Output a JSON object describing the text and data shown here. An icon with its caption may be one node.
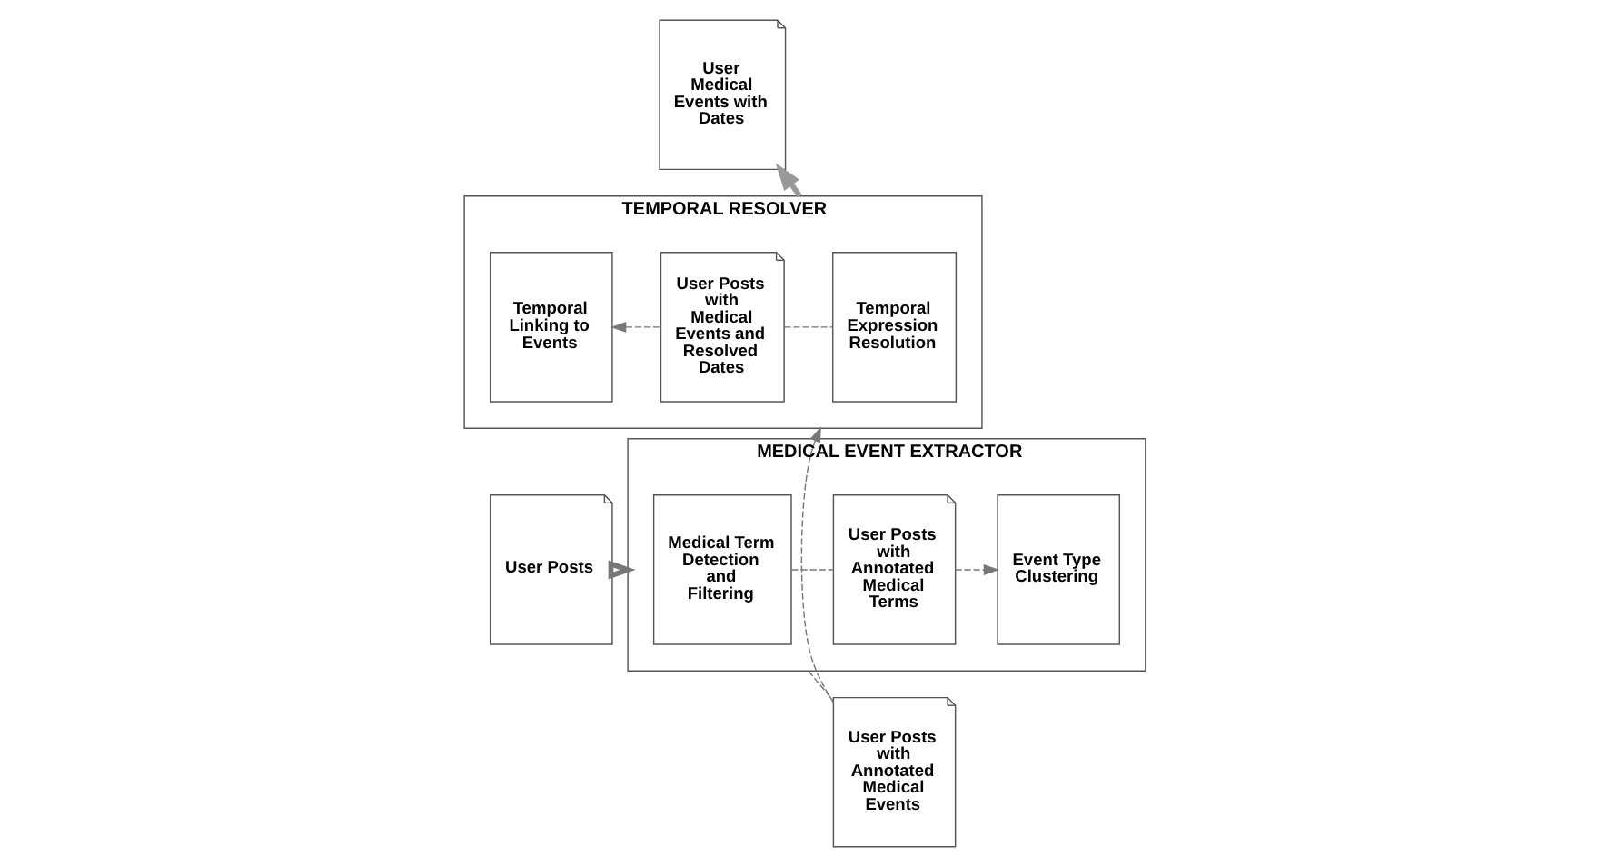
{
  "diagram": {
    "nodes": [
      {
        "text": [
          "User Posts"
        ]
      },
      {
        "text": [
          "MEDICAL EVENT EXTRACTOR"
        ]
      },
      {
        "text": [
          "Medical Term Detection and Filtering"
        ],
        "in": 1
      },
      {
        "text": [
          "User Posts with Annotated Medical Terms"
        ],
        "in": 1
      },
      {
        "text": [
          "Event Type Clustering"
        ],
        "in": 1
      },
      {
        "text": [
          "User Posts with Annotated Medical Events"
        ]
      },
      {
        "text": [
          "User Medical Events with Dates"
        ]
      },
      {
        "text": [
          "TEMPORAL RESOLVER"
        ]
      },
      {
        "text": [
          "Temporal Linking to Events"
        ],
        "in": 7
      },
      {
        "text": [
          "User Posts with Medical Events and Resolved Dates"
        ],
        "in": 7
      },
      {
        "text": [
          "Temporal Expression Resolution"
        ],
        "in": 7
      }
    ],
    "edges": [
      {
        "from": 0,
        "to": 1,
        "arrow": "to",
        "style": "thick"
      },
      {
        "from": 2,
        "to": 3,
        "arrow": "none",
        "style": "dashed"
      },
      {
        "from": 3,
        "to": 4,
        "arrow": "to",
        "style": "dashed"
      },
      {
        "from": 1,
        "to": 5,
        "arrow": "none",
        "style": "dashed"
      },
      {
        "from": 5,
        "to": 7,
        "arrow": "to",
        "style": "dashed"
      },
      {
        "from": 10,
        "to": 9,
        "arrow": "none",
        "style": "dashed"
      },
      {
        "from": 9,
        "to": 8,
        "arrow": "to",
        "style": "dashed"
      },
      {
        "from": 7,
        "to": 6,
        "arrow": "to",
        "style": "thick",
        "color": "#999999"
      }
    ]
  }
}
